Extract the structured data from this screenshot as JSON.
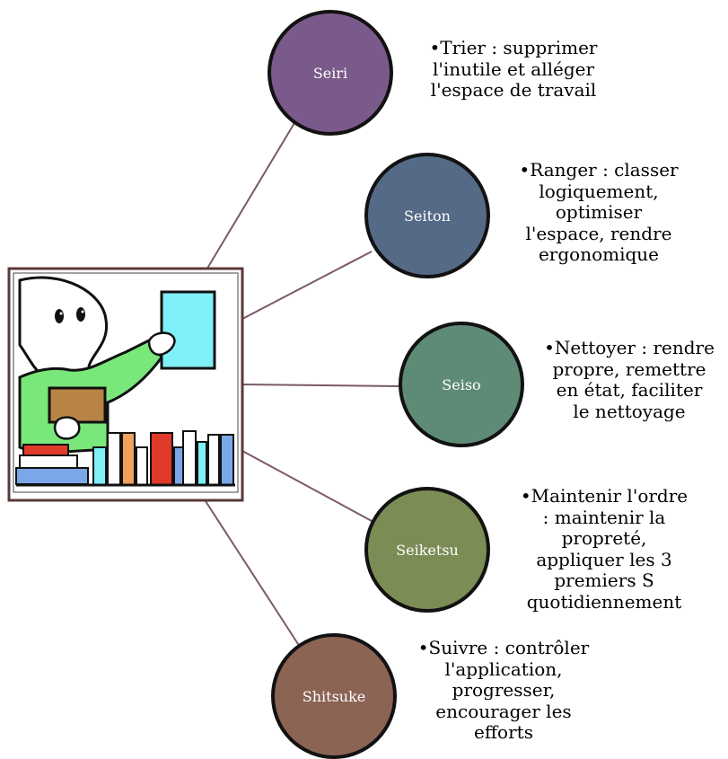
{
  "nodes": [
    {
      "id": "seiri",
      "label": "Seiri",
      "fill": "#7a5a8a",
      "desc_lines": [
        "Trier : supprimer",
        "l'inutile et alléger",
        "l'espace de travail"
      ]
    },
    {
      "id": "seiton",
      "label": "Seiton",
      "fill": "#546a86",
      "desc_lines": [
        "Ranger : classer",
        "logiquement,",
        "optimiser",
        "l'espace, rendre",
        "ergonomique"
      ]
    },
    {
      "id": "seiso",
      "label": "Seiso",
      "fill": "#5e8b76",
      "desc_lines": [
        "Nettoyer : rendre",
        "propre, remettre",
        "en état, faciliter",
        "le nettoyage"
      ]
    },
    {
      "id": "seiketsu",
      "label": "Seiketsu",
      "fill": "#7b8c55",
      "desc_lines": [
        "Maintenir l'ordre",
        ": maintenir la",
        "propreté,",
        "appliquer les 3",
        "premiers S",
        "quotidiennement"
      ]
    },
    {
      "id": "shitsuke",
      "label": "Shitsuke",
      "fill": "#8c6454",
      "desc_lines": [
        "Suivre : contrôler",
        "l'application,",
        "progresser,",
        "encourager les",
        "efforts"
      ]
    }
  ],
  "bullet": "•",
  "colors": {
    "connector": "#7a5a66",
    "node_stroke": "#121212",
    "frame_border": "#5a3a3a",
    "shirt": "#79e779",
    "poster": "#7ff0f7",
    "box": "#b88445"
  }
}
